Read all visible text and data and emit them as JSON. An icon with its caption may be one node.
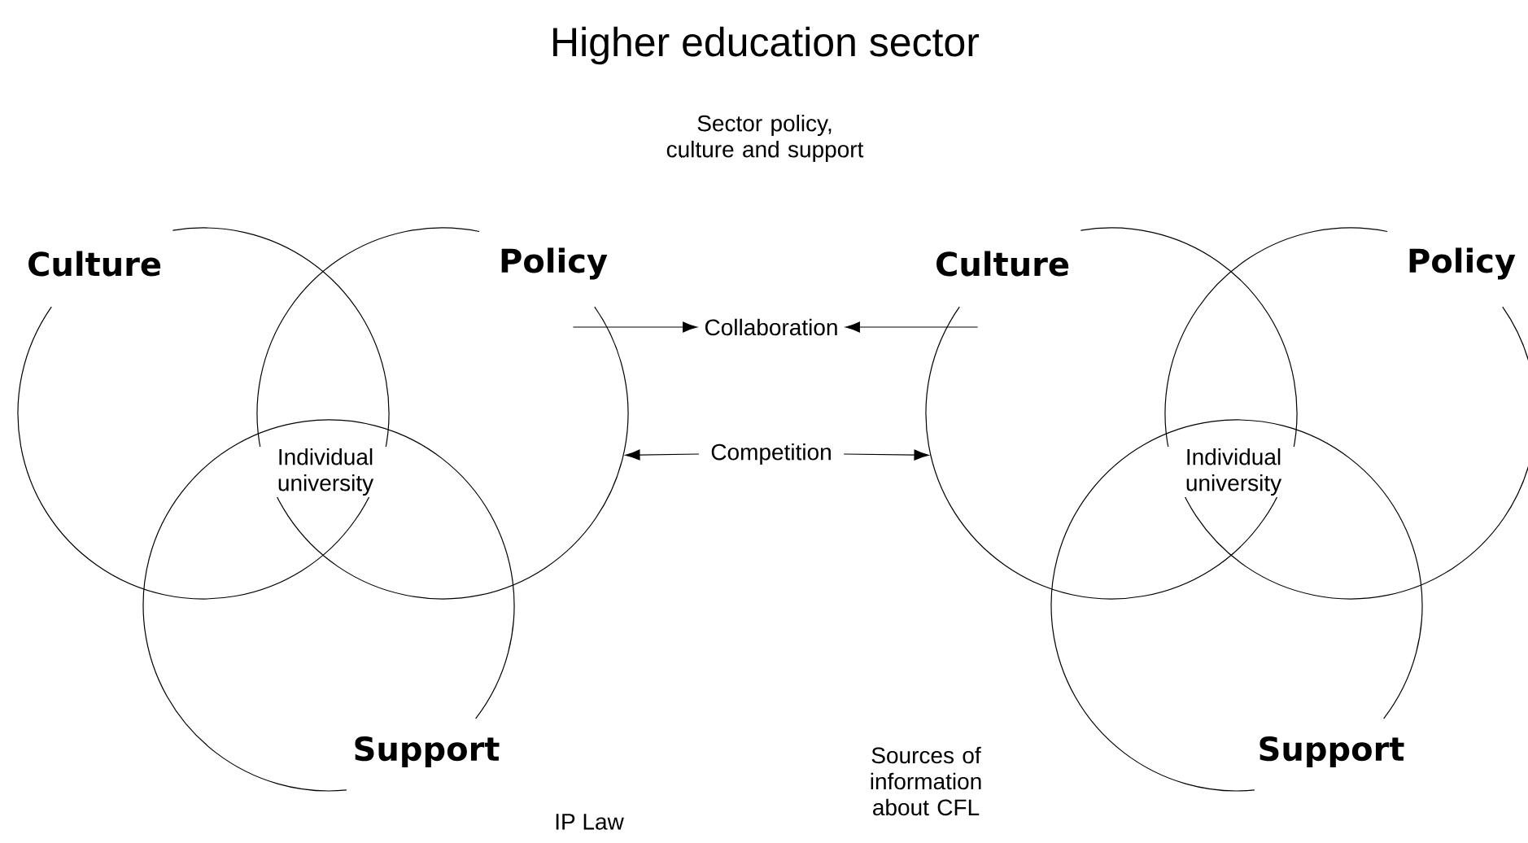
{
  "diagram": {
    "title": "Higher education sector",
    "nodes": [
      {
        "text": [
          "Culture"
        ]
      },
      {
        "text": [
          "Policy"
        ]
      },
      {
        "text": [
          "Individual university"
        ]
      },
      {
        "text": [
          "Support"
        ]
      },
      {
        "text": [
          "Collaboration"
        ]
      },
      {
        "text": [
          "Competition"
        ]
      },
      {
        "text": [
          "Culture"
        ]
      },
      {
        "text": [
          "Policy"
        ]
      },
      {
        "text": [
          "Individual university"
        ]
      },
      {
        "text": [
          "Support"
        ]
      }
    ],
    "edges": [
      {
        "from": 1,
        "to": 4,
        "arrow": "to"
      },
      {
        "from": 6,
        "to": 4,
        "arrow": "to"
      },
      {
        "from": 5,
        "to": 1,
        "arrow": "to"
      },
      {
        "from": 5,
        "to": 6,
        "arrow": "to"
      }
    ],
    "labels": [
      "Sector policy, culture and support",
      "IP Law",
      "Sources of information about CFL"
    ]
  }
}
